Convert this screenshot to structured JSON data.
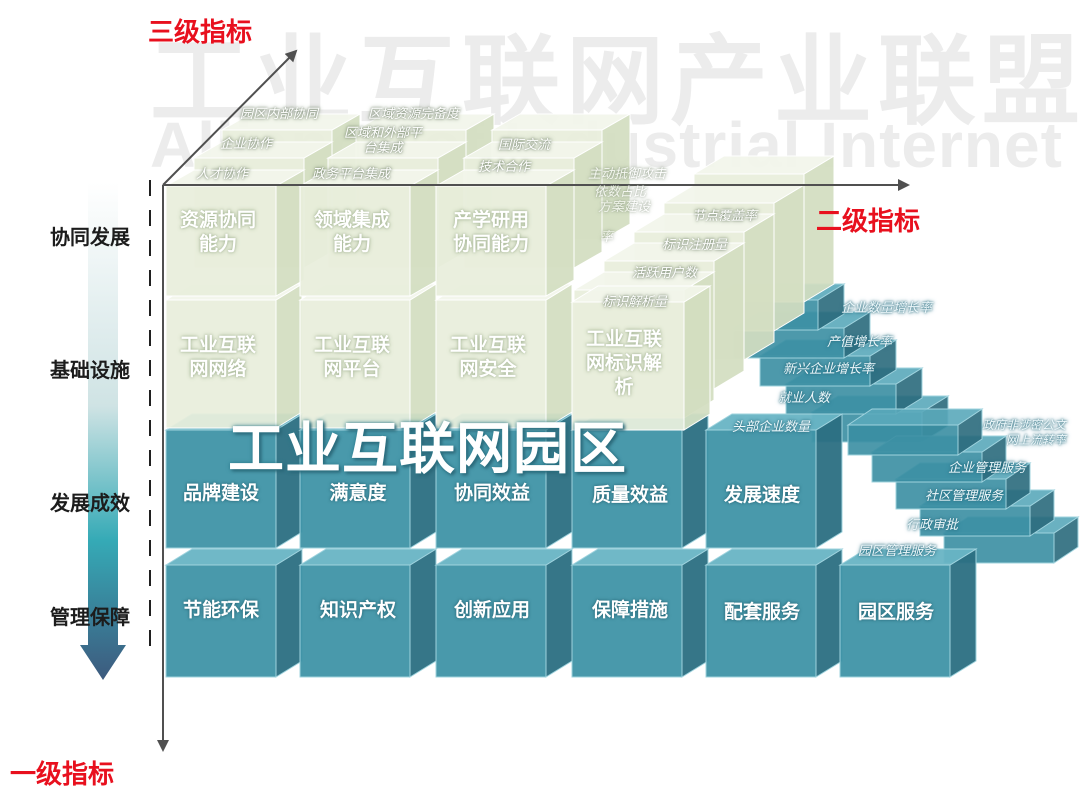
{
  "watermark": {
    "line1": "工业互联网产业联盟",
    "line2": "Alliance of Industrial Internet"
  },
  "axes": {
    "level1": "一级指标",
    "level2": "二级指标",
    "level3": "三级指标"
  },
  "level1_labels": [
    "协同发展",
    "基础设施",
    "发展成效",
    "管理保障"
  ],
  "center_title": "工业互联网园区",
  "rows": {
    "collaboration": [
      "资源协同\n能力",
      "领域集成\n能力",
      "产学研用\n协同能力"
    ],
    "infrastructure": [
      "工业互联\n网网络",
      "工业互联\n网平台",
      "工业互联\n网安全",
      "工业互联\n网标识解\n析"
    ],
    "outcomes": [
      "品牌建设",
      "满意度",
      "协同效益",
      "质量效益",
      "发展速度"
    ],
    "management": [
      "节能环保",
      "知识产权",
      "创新应用",
      "保障措施",
      "配套服务",
      "园区服务"
    ]
  },
  "tertiary": {
    "resource": [
      "园区内部协同",
      "企业协作",
      "人才协作"
    ],
    "domain": [
      "区域资源完备度",
      "区域和外部平\n台集成",
      "政务平台集成"
    ],
    "industry_academia": [
      "国际交流",
      "技术合作"
    ],
    "security": [
      "主动抵御攻击",
      "依数占比",
      "方案建设",
      "率"
    ],
    "identification": [
      "节点覆盖率",
      "标识注册量",
      "活跃用户数",
      "标识解析量"
    ],
    "speed": [
      "企业数量增长率",
      "产值增长率",
      "新兴企业增长率",
      "就业人数",
      "头部企业数量"
    ],
    "park_service": [
      "政府非涉密公文\n网上流转率",
      "企业管理服务",
      "社区管理服务",
      "行政审批",
      "园区管理服务"
    ]
  },
  "colors": {
    "axis_title": "#e8101e",
    "green_block": "#e6edd8",
    "blue_block": "#3d8fa3"
  }
}
